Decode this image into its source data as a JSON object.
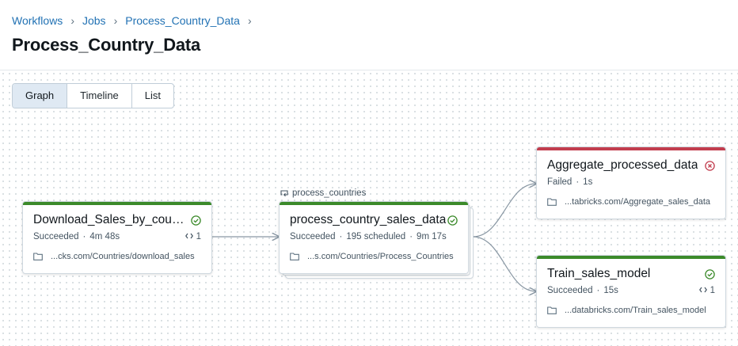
{
  "breadcrumb": {
    "items": [
      "Workflows",
      "Jobs",
      "Process_Country_Data"
    ],
    "separator": "›"
  },
  "page_title": "Process_Country_Data",
  "view_tabs": {
    "items": [
      "Graph",
      "Timeline",
      "List"
    ],
    "selected": "Graph"
  },
  "colors": {
    "success": "#3b8a2a",
    "failed": "#c23d4e",
    "link": "#2272b4"
  },
  "foreach": {
    "label": "process_countries",
    "icon": "loop-icon"
  },
  "tasks": [
    {
      "name": "Download_Sales_by_count...",
      "status": "Succeeded",
      "duration": "4m 48s",
      "runs": "1",
      "path": "...cks.com/Countries/download_sales",
      "status_icon": "check-circle-icon"
    },
    {
      "name": "process_country_sales_data",
      "status": "Succeeded",
      "scheduled": "195 scheduled",
      "duration": "9m 17s",
      "path": "...s.com/Countries/Process_Countries",
      "status_icon": "check-circle-icon"
    },
    {
      "name": "Aggregate_processed_data",
      "status": "Failed",
      "duration": "1s",
      "path": "...tabricks.com/Aggregate_sales_data",
      "status_icon": "x-circle-icon"
    },
    {
      "name": "Train_sales_model",
      "status": "Succeeded",
      "duration": "15s",
      "runs": "1",
      "path": "...databricks.com/Train_sales_model",
      "status_icon": "check-circle-icon"
    }
  ]
}
